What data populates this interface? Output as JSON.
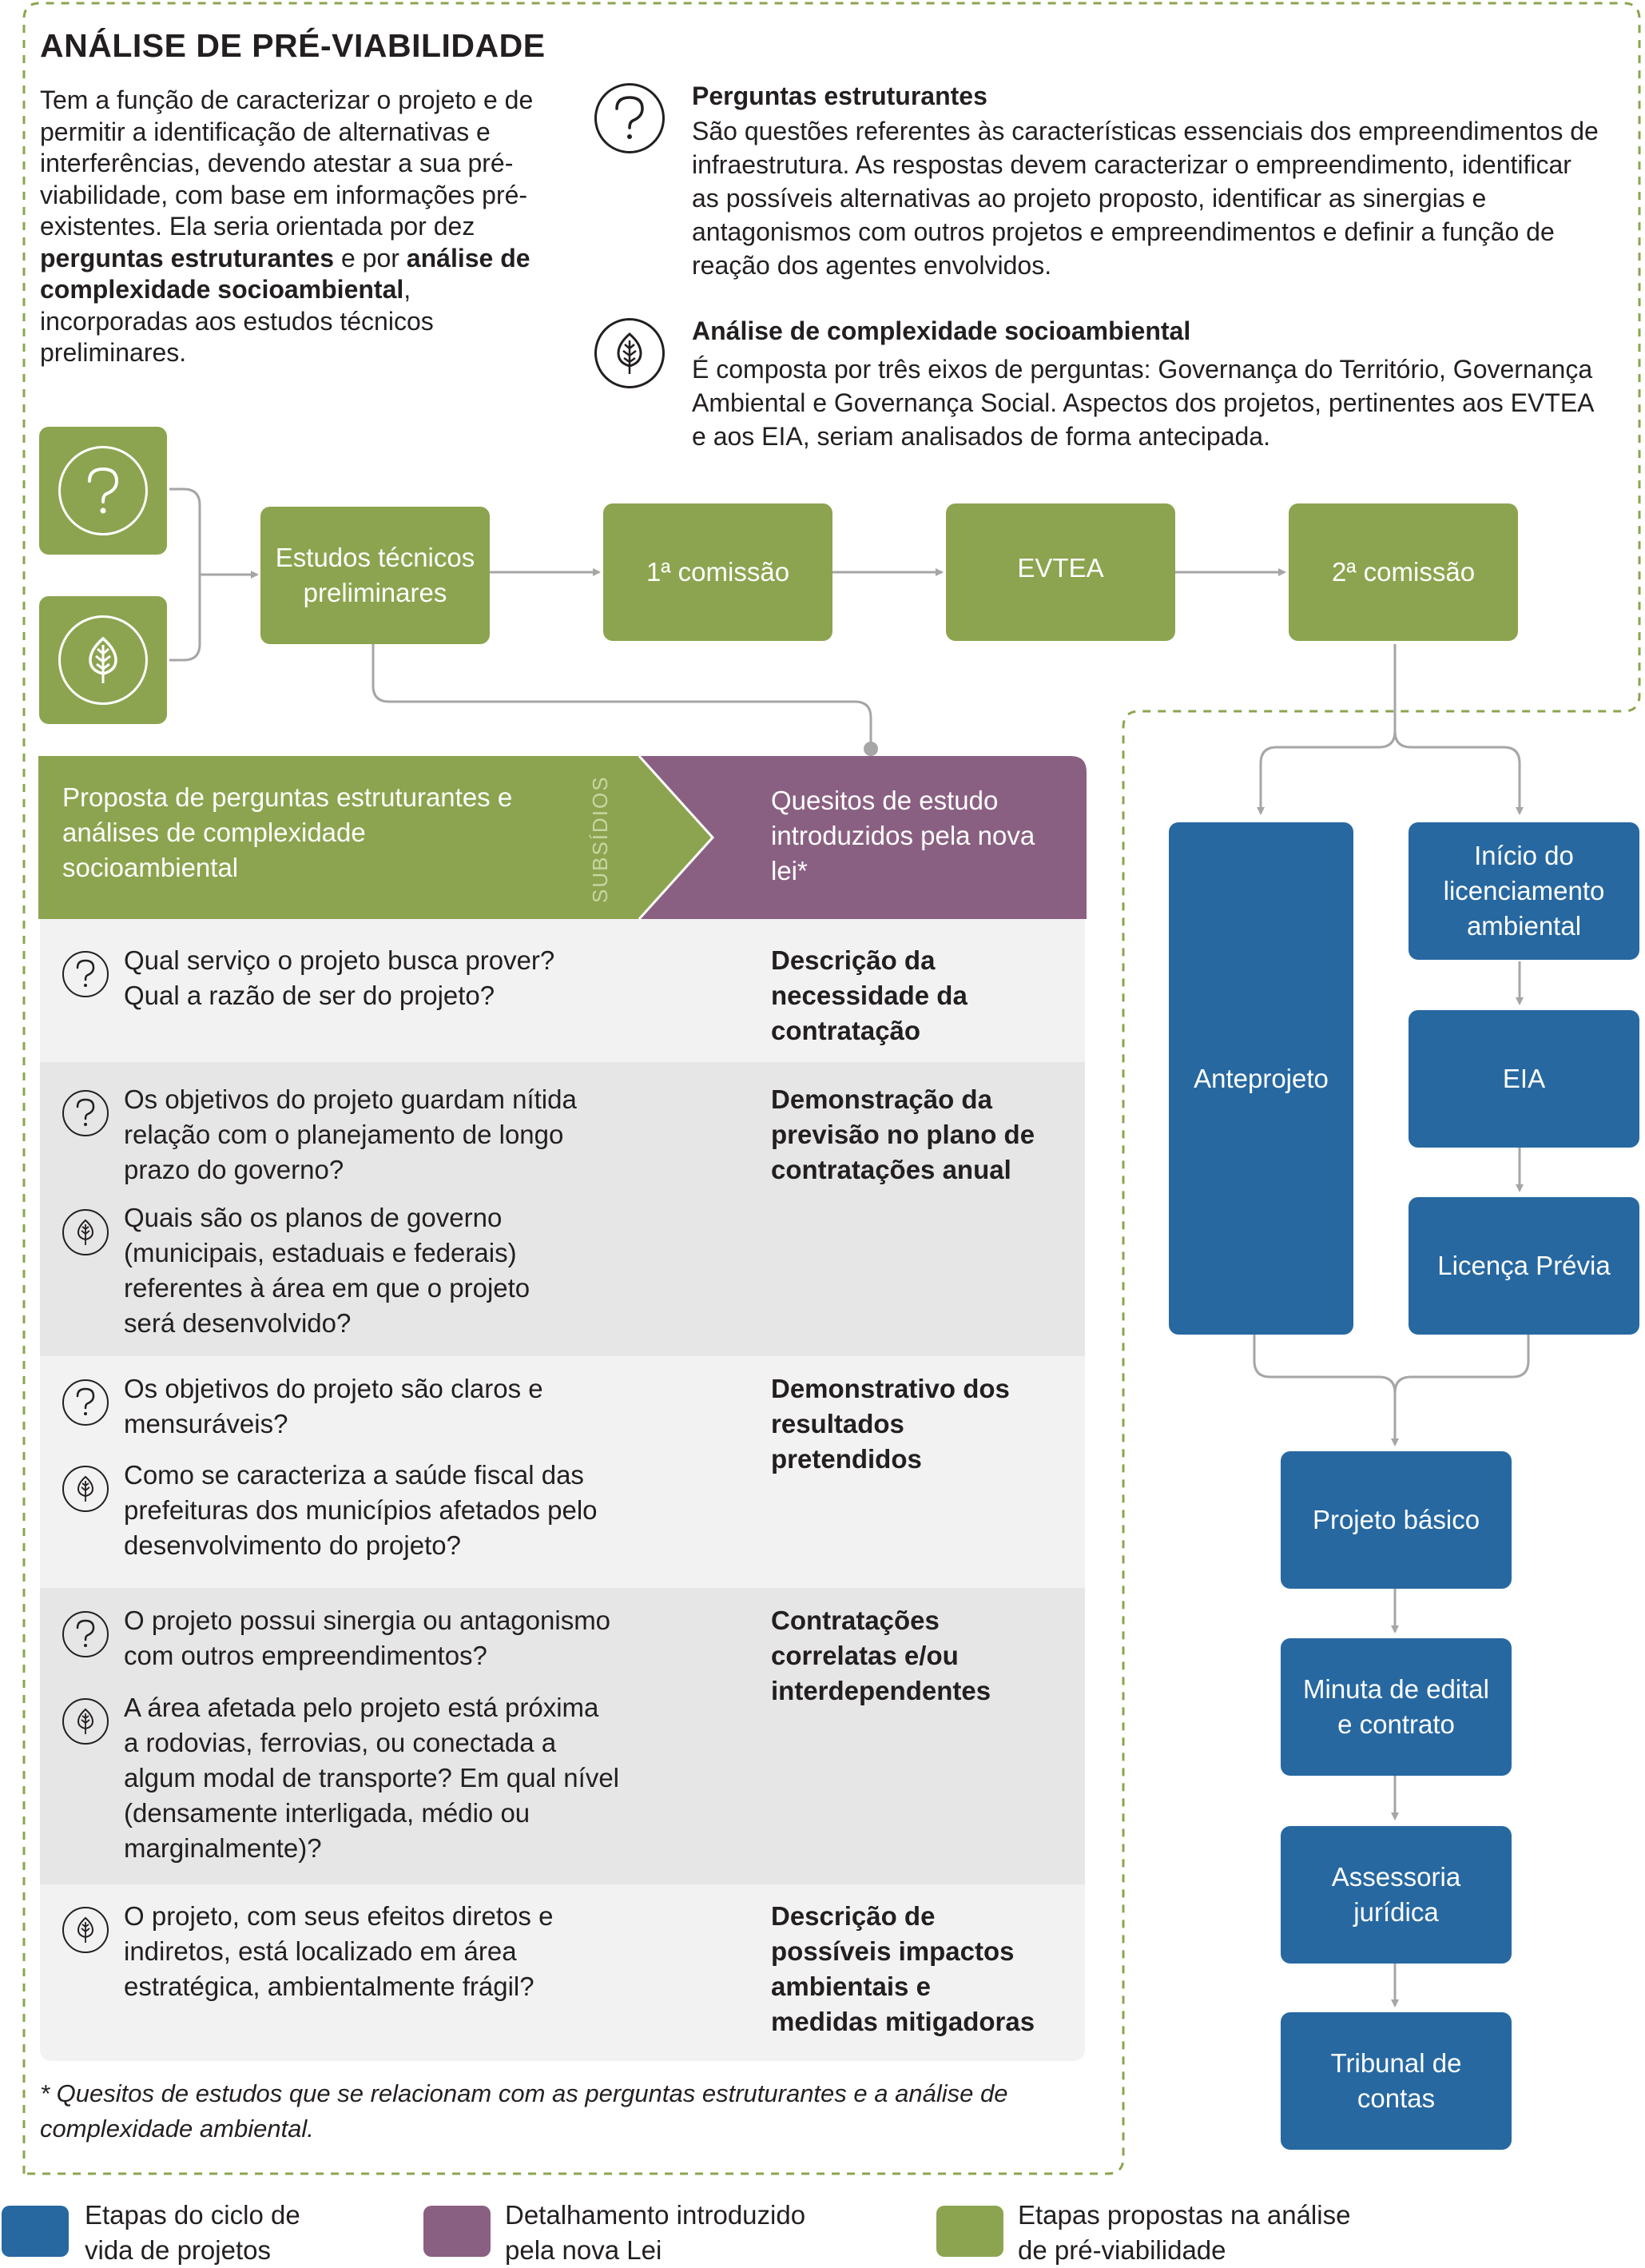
{
  "header": {
    "title": "ANÁLISE DE PRÉ-VIABILIDADE",
    "intro_plain_1": "Tem a função de caracterizar o projeto e de permitir a identificação de alternativas e interferências, devendo atestar a sua pré-viabilidade, com base em informações pré-existentes. Ela seria orientada por dez ",
    "intro_bold_1": "perguntas estruturantes",
    "intro_plain_2": " e por ",
    "intro_bold_2": "análise de complexidade socioambiental",
    "intro_plain_3": ", incorporadas aos estudos técnicos preliminares."
  },
  "info": {
    "perguntas": {
      "icon": "question-icon",
      "title": "Perguntas estruturantes",
      "text": "São questões referentes às características essenciais dos empreendimentos de infraestrutura. As respostas devem caracterizar o empreendimento, identificar as possíveis alternativas ao projeto proposto, identificar as sinergias e antagonismos com outros projetos e empreendimentos e definir a função de reação dos agentes envolvidos."
    },
    "complexidade": {
      "icon": "leaf-icon",
      "title": "Análise de complexidade socioambiental",
      "text": "É composta por três eixos de perguntas: Governança do Território, Governança Ambiental e Governança Social. Aspectos dos projetos, pertinentes aos EVTEA e aos EIA, seriam analisados de forma antecipada."
    }
  },
  "flow": {
    "green_icons": [
      "question-icon",
      "leaf-icon"
    ],
    "estudos": "Estudos técnicos preliminares",
    "comissao1": "1ª comissão",
    "evtea": "EVTEA",
    "comissao2": "2ª comissão",
    "anteprojeto": "Anteprojeto",
    "inicio_licenciamento": "Início do licenciamento ambiental",
    "eia": "EIA",
    "licenca_previa": "Licença Prévia",
    "projeto_basico": "Projeto básico",
    "minuta": "Minuta de edital e contrato",
    "assessoria": "Assessoria jurídica",
    "tribunal": "Tribunal de contas"
  },
  "table": {
    "header_left": "Proposta de perguntas estruturantes e análises de complexidade socioambiental",
    "header_tag": "SUBSÍDIOS",
    "header_right": "Quesitos de estudo introduzidos pela nova lei*",
    "rows": [
      {
        "questions": [
          {
            "icon": "question-icon",
            "text": "Qual serviço o projeto busca prover? Qual a razão de ser do projeto?"
          }
        ],
        "requirement": "Descrição da necessidade da contratação"
      },
      {
        "questions": [
          {
            "icon": "question-icon",
            "text": "Os objetivos do projeto guardam nítida relação com o planejamento de longo prazo do governo?"
          },
          {
            "icon": "leaf-icon",
            "text": "Quais são os planos de governo (municipais, estaduais e federais) referentes à área em que o projeto será desenvolvido?"
          }
        ],
        "requirement": "Demonstração da previsão no plano de contratações anual"
      },
      {
        "questions": [
          {
            "icon": "question-icon",
            "text": "Os objetivos do projeto são claros e mensuráveis?"
          },
          {
            "icon": "leaf-icon",
            "text": "Como se caracteriza a saúde fiscal das prefeituras dos municípios afetados pelo desenvolvimento do projeto?"
          }
        ],
        "requirement": "Demonstrativo dos resultados pretendidos"
      },
      {
        "questions": [
          {
            "icon": "question-icon",
            "text": "O projeto possui sinergia ou antagonismo com outros empreendimentos?"
          },
          {
            "icon": "leaf-icon",
            "text": "A área afetada pelo projeto está próxima a rodovias, ferrovias, ou conectada a algum modal de transporte? Em qual nível (densamente interligada, médio ou marginalmente)?"
          }
        ],
        "requirement": "Contratações correlatas e/ou interdependentes"
      },
      {
        "questions": [
          {
            "icon": "leaf-icon",
            "text": "O projeto, com seus efeitos diretos e indiretos, está localizado em área estratégica, ambientalmente frágil?"
          }
        ],
        "requirement": "Descrição de possíveis impactos ambientais e medidas mitigadoras"
      }
    ],
    "footnote": "* Quesitos de estudos que se relacionam com as perguntas estruturantes e a análise de complexidade ambiental."
  },
  "legend": [
    {
      "color": "#2768a1",
      "label": "Etapas do ciclo de vida de projetos"
    },
    {
      "color": "#8a6082",
      "label": "Detalhamento introduzido pela nova Lei"
    },
    {
      "color": "#8ca44f",
      "label": "Etapas propostas na análise de pré-viabilidade"
    }
  ],
  "colors": {
    "green": "#8ca44f",
    "blue": "#2768a1",
    "purple": "#8a6082",
    "arrow_gray": "#a6a6a6",
    "dash_green": "#8ca44f"
  }
}
